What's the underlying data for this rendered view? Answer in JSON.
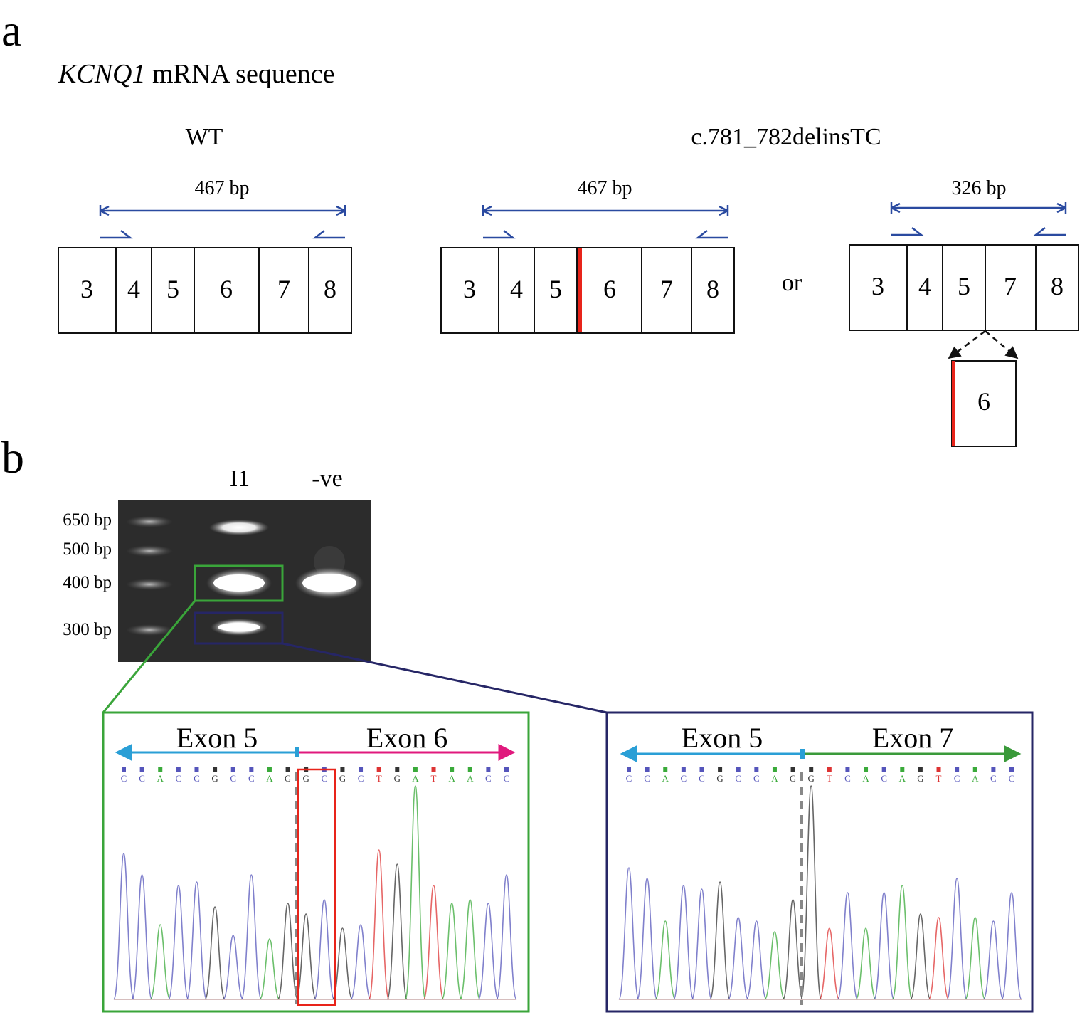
{
  "panel_a": {
    "label": "a",
    "title_gene": "KCNQ1",
    "title_rest": " mRNA sequence",
    "wt": {
      "heading": "WT",
      "size": "467 bp",
      "exons": [
        "3",
        "4",
        "5",
        "6",
        "7",
        "8"
      ]
    },
    "mutant": {
      "heading": "c.781_782delinsTC",
      "full": {
        "size": "467 bp",
        "exons": [
          "3",
          "4",
          "5",
          "6",
          "7",
          "8"
        ]
      },
      "or_label": "or",
      "skipped": {
        "size": "326 bp",
        "exons": [
          "3",
          "4",
          "5",
          "7",
          "8"
        ],
        "skipped_exon": "6"
      }
    }
  },
  "panel_b": {
    "label": "b",
    "gel": {
      "lanes": [
        "I1",
        "-ve"
      ],
      "ladder": [
        "650 bp",
        "500 bp",
        "400 bp",
        "300 bp"
      ]
    },
    "chrom_left": {
      "exon_a": "Exon 5",
      "exon_b": "Exon 6",
      "bases": [
        "C",
        "C",
        "A",
        "C",
        "C",
        "G",
        "C",
        "C",
        "A",
        "G",
        "G",
        "C",
        "G",
        "C",
        "T",
        "G",
        "A",
        "T",
        "A",
        "A",
        "C",
        "C"
      ]
    },
    "chrom_right": {
      "exon_a": "Exon 5",
      "exon_b": "Exon 7",
      "bases": [
        "C",
        "C",
        "A",
        "C",
        "C",
        "G",
        "C",
        "C",
        "A",
        "G",
        "G",
        "T",
        "C",
        "A",
        "C",
        "A",
        "G",
        "T",
        "C",
        "A",
        "C",
        "C"
      ]
    }
  },
  "colors": {
    "exon_line": "#2a4aa0",
    "mutation": "#e8241a",
    "green_box": "#3aa53a",
    "navy_box": "#262666",
    "arrow_exon5": "#2a9fd6",
    "arrow_exon6": "#e0197d",
    "arrow_exon7": "#3a9a3a",
    "base_A": "#3aaa3a",
    "base_C": "#5555bb",
    "base_G": "#333333",
    "base_T": "#dd3333"
  }
}
